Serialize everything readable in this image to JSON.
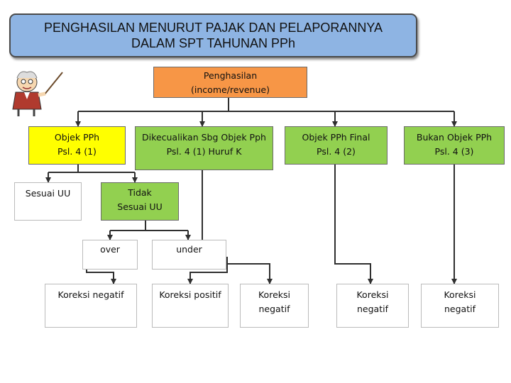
{
  "title": {
    "line1": "PENGHASILAN MENURUT PAJAK DAN PELAPORANNYA",
    "line2": "DALAM SPT TAHUNAN PPh"
  },
  "nodes": {
    "penghasilan": {
      "line1": "Penghasilan",
      "line2": "(income/revenue)"
    },
    "objek_pph": {
      "line1": "Objek PPh",
      "line2": "Psl. 4 (1)"
    },
    "dikecualikan": {
      "line1": "Dikecualikan Sbg Objek Pph",
      "line2": "Psl. 4 (1) Huruf K"
    },
    "objek_final": {
      "line1": "Objek PPh Final",
      "line2": "Psl. 4 (2)"
    },
    "bukan_objek": {
      "line1": "Bukan Objek PPh",
      "line2": "Psl. 4 (3)"
    },
    "sesuai_uu": {
      "line1": "Sesuai UU"
    },
    "tidak_sesuai_uu": {
      "line1": "Tidak",
      "line2": "Sesuai UU"
    },
    "over": {
      "line1": "over"
    },
    "under": {
      "line1": "under"
    },
    "koreksi_negatif_1": {
      "line1": "Koreksi negatif"
    },
    "koreksi_positif": {
      "line1": "Koreksi positif"
    },
    "koreksi_negatif_2": {
      "line1": "Koreksi",
      "line2": "negatif"
    },
    "koreksi_negatif_3": {
      "line1": "Koreksi",
      "line2": "negatif"
    },
    "koreksi_negatif_4": {
      "line1": "Koreksi",
      "line2": "negatif"
    }
  },
  "clipart": {
    "icon": "teacher-pointer-clipart"
  },
  "colors": {
    "title_fill": "#8eb4e3",
    "root_fill": "#f79646",
    "yellow_fill": "#ffff00",
    "green_fill": "#92d050",
    "connector": "#2f2f2f"
  }
}
